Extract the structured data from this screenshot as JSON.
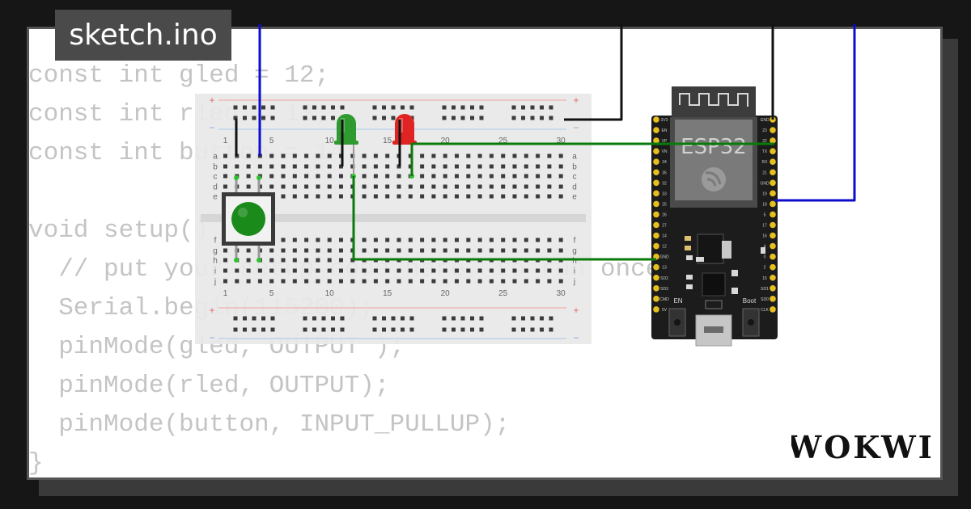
{
  "tab": {
    "filename": "sketch.ino"
  },
  "code_lines": [
    "const int gled = 12;",
    "const int rled = 13;",
    "const int button = 14;",
    "",
    "void setup() {",
    "  // put your setup code here, to run once:",
    "  Serial.begin(115200);",
    "  pinMode(gled, OUTPUT );",
    "  pinMode(rled, OUTPUT);",
    "  pinMode(button, INPUT_PULLUP);",
    "}"
  ],
  "breadboard": {
    "column_numbers": [
      "1",
      "5",
      "10",
      "15",
      "20",
      "25",
      "30"
    ],
    "rows_top": [
      "a",
      "b",
      "c",
      "d",
      "e"
    ],
    "rows_bottom": [
      "f",
      "g",
      "h",
      "i",
      "j"
    ],
    "plus_sign": "+",
    "minus_sign": "−"
  },
  "esp32": {
    "chip_label": "ESP32",
    "en_label": "EN",
    "boot_label": "Boot",
    "left_pins": [
      "3V3",
      "EN",
      "VP",
      "VN",
      "34",
      "35",
      "32",
      "33",
      "25",
      "26",
      "27",
      "14",
      "12",
      "GND",
      "13",
      "SD2",
      "SD3",
      "CMD",
      "5V"
    ],
    "right_pins": [
      "GND",
      "23",
      "22",
      "TX",
      "RX",
      "21",
      "GND",
      "19",
      "18",
      "5",
      "17",
      "16",
      "4",
      "0",
      "2",
      "15",
      "SD1",
      "SD0",
      "CLK"
    ]
  },
  "wokwi": {
    "logo_text": "WOKWI"
  },
  "colors": {
    "wire_blue": "#0c0ccc",
    "wire_green": "#0a7a0a",
    "wire_black": "#111111",
    "led_green": "#2f9a2f",
    "led_red": "#e02424",
    "button_cap": "#1a8a1a"
  }
}
